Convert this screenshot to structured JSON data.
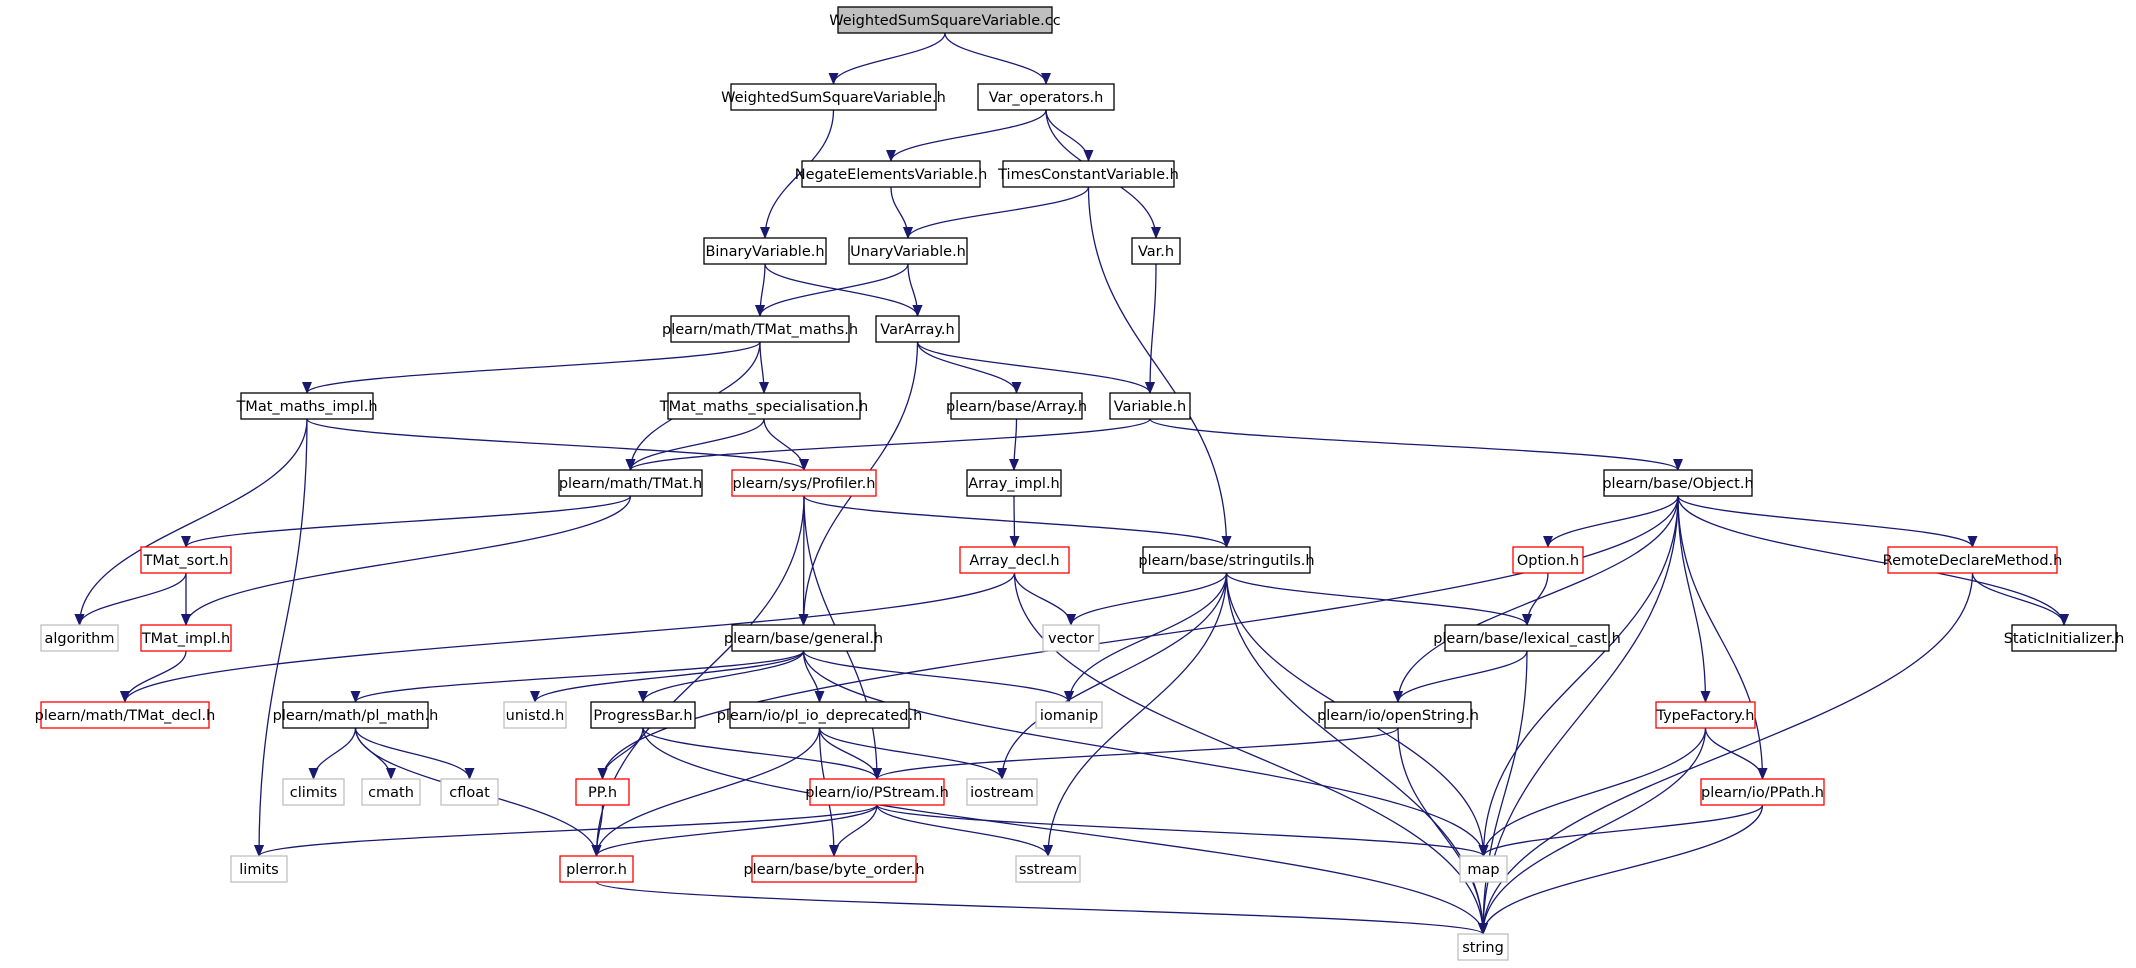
{
  "colors": {
    "edge": "#191970",
    "border_normal": "#000000",
    "border_truncated": "#ff0000",
    "border_system": "#bfbfbf",
    "fill_root": "#bfbfbf",
    "fill_normal": "#ffffff"
  },
  "nodes": [
    {
      "id": "root",
      "label": "WeightedSumSquareVariable.cc",
      "kind": "root"
    },
    {
      "id": "wssv_h",
      "label": "WeightedSumSquareVariable.h",
      "kind": "normal"
    },
    {
      "id": "var_ops",
      "label": "Var_operators.h",
      "kind": "normal"
    },
    {
      "id": "negate",
      "label": "NegateElementsVariable.h",
      "kind": "normal"
    },
    {
      "id": "timesc",
      "label": "TimesConstantVariable.h",
      "kind": "normal"
    },
    {
      "id": "binary",
      "label": "BinaryVariable.h",
      "kind": "normal"
    },
    {
      "id": "unary",
      "label": "UnaryVariable.h",
      "kind": "normal"
    },
    {
      "id": "var_h",
      "label": "Var.h",
      "kind": "normal"
    },
    {
      "id": "tmat_maths",
      "label": "plearn/math/TMat_maths.h",
      "kind": "normal"
    },
    {
      "id": "vararray",
      "label": "VarArray.h",
      "kind": "normal"
    },
    {
      "id": "tmat_maths_impl",
      "label": "TMat_maths_impl.h",
      "kind": "normal"
    },
    {
      "id": "tmat_maths_spec",
      "label": "TMat_maths_specialisation.h",
      "kind": "normal"
    },
    {
      "id": "base_array",
      "label": "plearn/base/Array.h",
      "kind": "normal"
    },
    {
      "id": "variable",
      "label": "Variable.h",
      "kind": "normal"
    },
    {
      "id": "tmat",
      "label": "plearn/math/TMat.h",
      "kind": "normal"
    },
    {
      "id": "profiler",
      "label": "plearn/sys/Profiler.h",
      "kind": "truncated"
    },
    {
      "id": "array_impl",
      "label": "Array_impl.h",
      "kind": "normal"
    },
    {
      "id": "object",
      "label": "plearn/base/Object.h",
      "kind": "normal"
    },
    {
      "id": "tmat_sort",
      "label": "TMat_sort.h",
      "kind": "truncated"
    },
    {
      "id": "array_decl",
      "label": "Array_decl.h",
      "kind": "truncated"
    },
    {
      "id": "stringutils",
      "label": "plearn/base/stringutils.h",
      "kind": "normal"
    },
    {
      "id": "option",
      "label": "Option.h",
      "kind": "truncated"
    },
    {
      "id": "remote",
      "label": "RemoteDeclareMethod.h",
      "kind": "truncated"
    },
    {
      "id": "algorithm",
      "label": "algorithm",
      "kind": "system"
    },
    {
      "id": "tmat_impl",
      "label": "TMat_impl.h",
      "kind": "truncated"
    },
    {
      "id": "vector",
      "label": "vector",
      "kind": "system"
    },
    {
      "id": "general",
      "label": "plearn/base/general.h",
      "kind": "normal"
    },
    {
      "id": "lexical_cast",
      "label": "plearn/base/lexical_cast.h",
      "kind": "normal"
    },
    {
      "id": "static_init",
      "label": "StaticInitializer.h",
      "kind": "normal"
    },
    {
      "id": "tmat_decl",
      "label": "plearn/math/TMat_decl.h",
      "kind": "truncated"
    },
    {
      "id": "pl_math",
      "label": "plearn/math/pl_math.h",
      "kind": "normal"
    },
    {
      "id": "unistd",
      "label": "unistd.h",
      "kind": "system"
    },
    {
      "id": "progressbar",
      "label": "ProgressBar.h",
      "kind": "normal"
    },
    {
      "id": "pl_io_dep",
      "label": "plearn/io/pl_io_deprecated.h",
      "kind": "normal"
    },
    {
      "id": "iomanip",
      "label": "iomanip",
      "kind": "system"
    },
    {
      "id": "openstring",
      "label": "plearn/io/openString.h",
      "kind": "normal"
    },
    {
      "id": "typefactory",
      "label": "TypeFactory.h",
      "kind": "truncated"
    },
    {
      "id": "climits",
      "label": "climits",
      "kind": "system"
    },
    {
      "id": "cmath",
      "label": "cmath",
      "kind": "system"
    },
    {
      "id": "cfloat",
      "label": "cfloat",
      "kind": "system"
    },
    {
      "id": "pp",
      "label": "PP.h",
      "kind": "truncated"
    },
    {
      "id": "pstream",
      "label": "plearn/io/PStream.h",
      "kind": "truncated"
    },
    {
      "id": "iostream",
      "label": "iostream",
      "kind": "system"
    },
    {
      "id": "ppath",
      "label": "plearn/io/PPath.h",
      "kind": "truncated"
    },
    {
      "id": "limits",
      "label": "limits",
      "kind": "system"
    },
    {
      "id": "plerror",
      "label": "plerror.h",
      "kind": "truncated"
    },
    {
      "id": "byte_order",
      "label": "plearn/base/byte_order.h",
      "kind": "truncated"
    },
    {
      "id": "sstream",
      "label": "sstream",
      "kind": "system"
    },
    {
      "id": "map",
      "label": "map",
      "kind": "system"
    },
    {
      "id": "string",
      "label": "string",
      "kind": "system"
    }
  ],
  "edges": [
    [
      "root",
      "wssv_h"
    ],
    [
      "root",
      "var_ops"
    ],
    [
      "wssv_h",
      "binary"
    ],
    [
      "var_ops",
      "negate"
    ],
    [
      "var_ops",
      "timesc"
    ],
    [
      "var_ops",
      "var_h"
    ],
    [
      "negate",
      "unary"
    ],
    [
      "timesc",
      "unary"
    ],
    [
      "timesc",
      "stringutils"
    ],
    [
      "binary",
      "tmat_maths"
    ],
    [
      "binary",
      "vararray"
    ],
    [
      "unary",
      "tmat_maths"
    ],
    [
      "unary",
      "vararray"
    ],
    [
      "var_h",
      "variable"
    ],
    [
      "tmat_maths",
      "tmat_maths_impl"
    ],
    [
      "tmat_maths",
      "tmat_maths_spec"
    ],
    [
      "tmat_maths",
      "tmat"
    ],
    [
      "vararray",
      "base_array"
    ],
    [
      "vararray",
      "variable"
    ],
    [
      "vararray",
      "general"
    ],
    [
      "tmat_maths_impl",
      "profiler"
    ],
    [
      "tmat_maths_impl",
      "algorithm"
    ],
    [
      "tmat_maths_impl",
      "limits"
    ],
    [
      "tmat_maths_spec",
      "tmat"
    ],
    [
      "tmat_maths_spec",
      "profiler"
    ],
    [
      "base_array",
      "array_impl"
    ],
    [
      "variable",
      "tmat"
    ],
    [
      "variable",
      "object"
    ],
    [
      "tmat",
      "tmat_sort"
    ],
    [
      "tmat",
      "tmat_impl"
    ],
    [
      "profiler",
      "stringutils"
    ],
    [
      "profiler",
      "general"
    ],
    [
      "profiler",
      "pstream"
    ],
    [
      "profiler",
      "plerror"
    ],
    [
      "array_impl",
      "array_decl"
    ],
    [
      "object",
      "option"
    ],
    [
      "object",
      "remote"
    ],
    [
      "object",
      "static_init"
    ],
    [
      "object",
      "typefactory"
    ],
    [
      "object",
      "ppath"
    ],
    [
      "object",
      "openstring"
    ],
    [
      "object",
      "pp"
    ],
    [
      "object",
      "map"
    ],
    [
      "object",
      "string"
    ],
    [
      "tmat_sort",
      "algorithm"
    ],
    [
      "tmat_sort",
      "tmat_impl"
    ],
    [
      "array_decl",
      "vector"
    ],
    [
      "array_decl",
      "tmat_decl"
    ],
    [
      "array_decl",
      "string"
    ],
    [
      "stringutils",
      "vector"
    ],
    [
      "stringutils",
      "lexical_cast"
    ],
    [
      "stringutils",
      "iomanip"
    ],
    [
      "stringutils",
      "iostream"
    ],
    [
      "stringutils",
      "sstream"
    ],
    [
      "stringutils",
      "map"
    ],
    [
      "stringutils",
      "string"
    ],
    [
      "option",
      "lexical_cast"
    ],
    [
      "remote",
      "static_init"
    ],
    [
      "remote",
      "string"
    ],
    [
      "tmat_impl",
      "tmat_decl"
    ],
    [
      "general",
      "pl_math"
    ],
    [
      "general",
      "unistd"
    ],
    [
      "general",
      "progressbar"
    ],
    [
      "general",
      "pl_io_dep"
    ],
    [
      "general",
      "iomanip"
    ],
    [
      "general",
      "map"
    ],
    [
      "lexical_cast",
      "openstring"
    ],
    [
      "lexical_cast",
      "string"
    ],
    [
      "pl_math",
      "climits"
    ],
    [
      "pl_math",
      "cmath"
    ],
    [
      "pl_math",
      "cfloat"
    ],
    [
      "pl_math",
      "plerror"
    ],
    [
      "progressbar",
      "pp"
    ],
    [
      "progressbar",
      "pstream"
    ],
    [
      "progressbar",
      "string"
    ],
    [
      "pl_io_dep",
      "pstream"
    ],
    [
      "pl_io_dep",
      "iostream"
    ],
    [
      "pl_io_dep",
      "byte_order"
    ],
    [
      "pl_io_dep",
      "plerror"
    ],
    [
      "openstring",
      "pstream"
    ],
    [
      "openstring",
      "string"
    ],
    [
      "typefactory",
      "ppath"
    ],
    [
      "typefactory",
      "map"
    ],
    [
      "typefactory",
      "string"
    ],
    [
      "pp",
      "plerror"
    ],
    [
      "pstream",
      "limits"
    ],
    [
      "pstream",
      "plerror"
    ],
    [
      "pstream",
      "byte_order"
    ],
    [
      "pstream",
      "sstream"
    ],
    [
      "pstream",
      "map"
    ],
    [
      "ppath",
      "map"
    ],
    [
      "ppath",
      "string"
    ],
    [
      "plerror",
      "string"
    ]
  ]
}
